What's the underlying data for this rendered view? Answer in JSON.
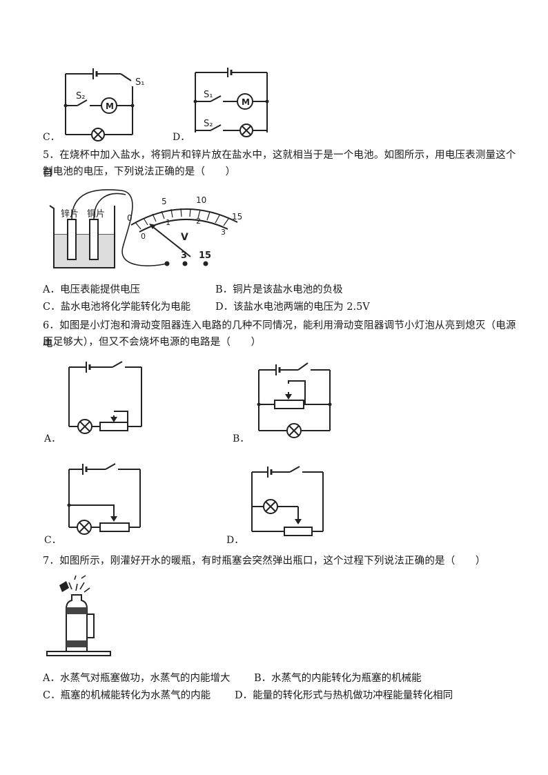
{
  "q4": {
    "option_c": "C．",
    "option_d": "D．",
    "diagram_c": {
      "s1": "S₁",
      "s2": "S₂",
      "motor": "M"
    },
    "diagram_d": {
      "s1": "S₁",
      "s2": "S₂",
      "motor": "M"
    }
  },
  "q5": {
    "stem_line1": "5．在烧杯中加入盐水，将铜片和锌片放在盐水中，这就相当于是一个电池。如图所示，用电压表测量这个自",
    "stem_line2": "制电池的电压，下列说法正确的是（　　）",
    "figure": {
      "zinc_label": "锌片",
      "copper_label": "铜片",
      "meter_symbol": "V",
      "outer_scale": [
        "0",
        "5",
        "10",
        "15"
      ],
      "inner_scale": [
        "0",
        "1",
        "2",
        "3"
      ],
      "terminal_3": "3",
      "terminal_15": "15"
    },
    "option_a": "A．电压表能提供电压",
    "option_b": "B．铜片是该盐水电池的负极",
    "option_c": "C．盐水电池将化学能转化为电能",
    "option_d": "D．该盐水电池两端的电压为 2.5V"
  },
  "q6": {
    "stem_line1": "6．如图是小灯泡和滑动变阻器连入电路的几种不同情况，能利用滑动变阻器调节小灯泡从亮到熄灭（电源电",
    "stem_line2": "压足够大），但又不会烧坏电源的电路是（　　）",
    "label_a": "A．",
    "label_b": "B．",
    "label_c": "C．",
    "label_d": "D．"
  },
  "q7": {
    "stem": "7．如图所示，刚灌好开水的暖瓶，有时瓶塞会突然弹出瓶口，这个过程下列说法正确的是（　　）",
    "option_a": "A．水蒸气对瓶塞做功，水蒸气的内能增大",
    "option_b": "B．水蒸气的内能转化为瓶塞的机械能",
    "option_c": "C．瓶塞的机械能转化为水蒸气的内能",
    "option_d": "D．能量的转化形式与热机做功冲程能量转化相同"
  }
}
